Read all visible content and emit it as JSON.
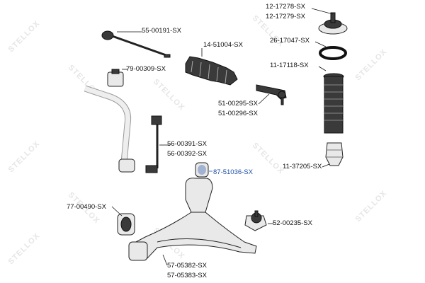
{
  "watermark": "STELLOX",
  "colors": {
    "highlight": "#1f4fa8",
    "label": "#111111",
    "part_fill": "#e9e9e9",
    "watermark": "#e6e6e6"
  },
  "labels": {
    "tie_rod": "55-00191-SX",
    "bushing_small": "79-00309-SX",
    "boot": "14-51004-SX",
    "mount_a": "12-17278-SX",
    "mount_b": "12-17279-SX",
    "bearing": "26-17047-SX",
    "spring_seat": "11-17118-SX",
    "tie_end_a": "51-00295-SX",
    "tie_end_b": "51-00296-SX",
    "link_a": "56-00391-SX",
    "link_b": "56-00392-SX",
    "bump_stop": "11-37205-SX",
    "arm_bushing_front": "87-51036-SX",
    "arm_bushing_rear": "77-00490-SX",
    "ball_joint": "52-00235-SX",
    "arm_a": "57-05382-SX",
    "arm_b": "57-05383-SX"
  }
}
